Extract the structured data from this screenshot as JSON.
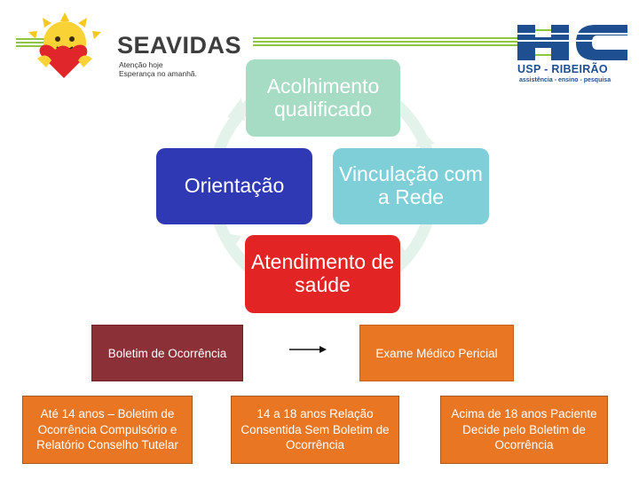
{
  "header": {
    "left_logo": {
      "name": "SEAVIDAS",
      "tagline_1": "Atenção hoje",
      "tagline_2": "Esperança no amanhã."
    },
    "right_logo": {
      "letters": "HC",
      "name": "USP - RIBEIRÃO",
      "subtitle": "assistência - ensino - pesquisa"
    }
  },
  "cycle": {
    "top": "Acolhimento qualificado",
    "left": "Orientação",
    "right": "Vinculação com a Rede",
    "bottom": "Atendimento de saúde"
  },
  "flow": {
    "boletim": "Boletim de Ocorrência",
    "exame": "Exame Médico Pericial"
  },
  "age_boxes": {
    "ate14": "Até 14 anos – Boletim de Ocorrência Compulsório e Relatório Conselho Tutelar",
    "de14a18": "14 a 18 anos Relação Consentida Sem Boletim de Ocorrência",
    "acima18": "Acima de 18 anos Paciente Decide pelo Boletim de Ocorrência"
  },
  "colors": {
    "acolhimento": "#a7dcc4",
    "orientacao": "#2e39b3",
    "vinculacao": "#7fcfd9",
    "atendimento": "#e32424",
    "boletim": "#8b3036",
    "orange": "#e97623",
    "cycle_ring": "#e3f3ec"
  }
}
